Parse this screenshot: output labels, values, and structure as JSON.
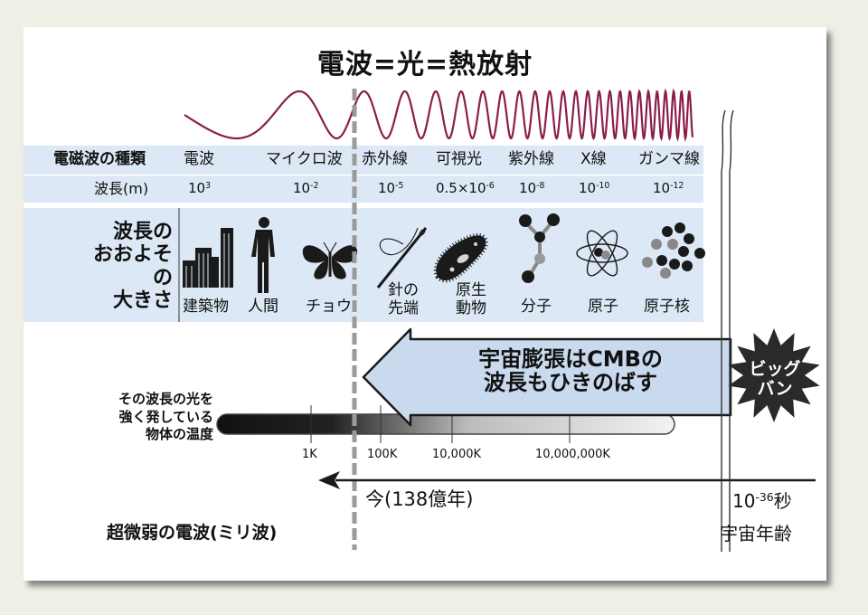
{
  "title": "電波=光=熱放射",
  "table": {
    "type_header": "電磁波の種類",
    "wavelength_header": "波長(m)",
    "size_header": "波長の\nおおよその\n大きさ",
    "columns": [
      {
        "type": "電波",
        "wl_base": "10",
        "wl_exp": "3",
        "object": "建築物"
      },
      {
        "type": "マイクロ波",
        "wl_base": "10",
        "wl_exp": "-2",
        "object": "人間"
      },
      {
        "type": "",
        "wl_base": "",
        "wl_exp": "",
        "object": "チョウ"
      },
      {
        "type": "赤外線",
        "wl_base": "10",
        "wl_exp": "-5",
        "object": "針の\n先端"
      },
      {
        "type": "可視光",
        "wl_base": "0.5×10",
        "wl_exp": "-6",
        "object": "原生\n動物"
      },
      {
        "type": "紫外線",
        "wl_base": "10",
        "wl_exp": "-8",
        "object": "分子"
      },
      {
        "type": "X線",
        "wl_base": "10",
        "wl_exp": "-10",
        "object": "原子"
      },
      {
        "type": "ガンマ線",
        "wl_base": "10",
        "wl_exp": "-12",
        "object": "原子核"
      }
    ]
  },
  "expansion_arrow": "宇宙膨張はCMBの\n波長もひきのばす",
  "big_bang": "ビッグ\nバン",
  "temperature": {
    "label": "その波長の光を\n強く発している\n物体の温度",
    "ticks": [
      "1K",
      "100K",
      "10,000K",
      "10,000,000K"
    ]
  },
  "timeline": {
    "now": "今(138億年)",
    "age_base": "10",
    "age_exp": "-36",
    "age_unit": "秒",
    "age_label": "宇宙年齢"
  },
  "bottom_label": "超微弱の電波(ミリ波)",
  "colors": {
    "wave": "#8b1e4a",
    "band": "#dce8f5",
    "arrow_fill": "#c9d9ee",
    "dash": "#9a9a9a",
    "starburst": "#2a2a2a"
  }
}
